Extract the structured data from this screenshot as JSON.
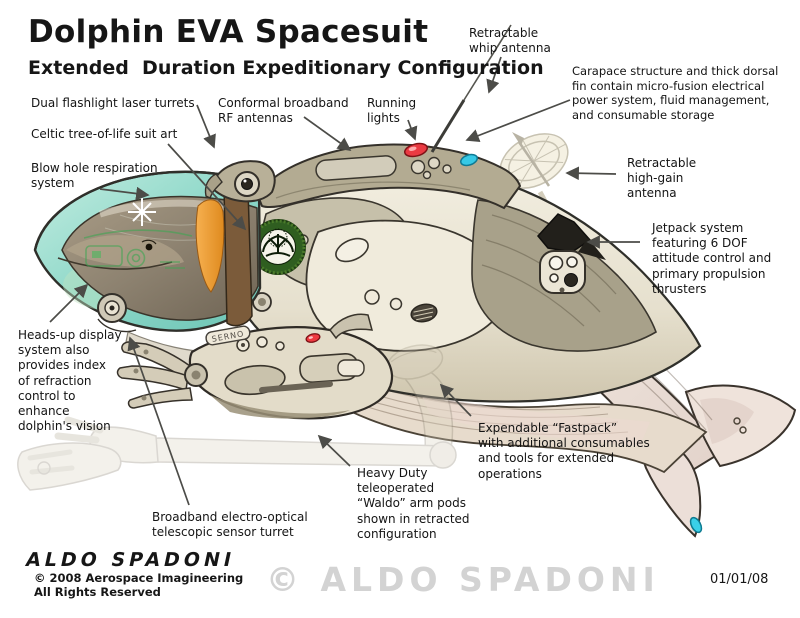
{
  "title": "Dolphin EVA Spacesuit",
  "subtitle": "Extended  Duration Expeditionary Configuration",
  "labels": {
    "dual_flashlight": "Dual flashlight laser turrets",
    "celtic": "Celtic tree-of-life suit art",
    "blowhole": "Blow hole respiration\nsystem",
    "conformal": "Conformal broadband\nRF antennas",
    "running": "Running\nlights",
    "whip": "Retractable\nwhip antenna",
    "carapace": "Carapace structure and thick dorsal\nfin contain micro-fusion electrical\npower system, fluid management,\nand consumable storage",
    "highgain": "Retractable\nhigh-gain\nantenna",
    "jetpack": "Jetpack system\nfeaturing 6 DOF\nattitude control and\nprimary propulsion\nthrusters",
    "hud": "Heads-up display\nsystem also\nprovides index\nof refraction\ncontrol to\nenhance\ndolphin's vision",
    "fastpack": "Expendable “Fastpack”\nwith additional consumables\nand tools for extended\noperations",
    "waldo": "Heavy Duty\nteleoperated\n“Waldo” arm pods\nshown in retracted\nconfiguration",
    "broadband": "Broadband electro-optical\ntelescopic sensor turret"
  },
  "footer": {
    "signature": "ALDO SPADONI",
    "copyright_line1": "© 2008 Aerospace Imagineering",
    "copyright_line2": "All Rights Reserved",
    "watermark": "© ALDO SPADONI",
    "date": "01/01/08"
  },
  "serno": "SERNO",
  "colors": {
    "dome_teal": "#8ed8c9",
    "orange_accent": "#e8922e",
    "red_light": "#ea3a42",
    "cyan_light": "#36c9e6",
    "emblem_green": "#2f5e20",
    "body_cream": "#e9e4d4",
    "armor_olive": "#a8a18a",
    "tail_pink": "#ebdfd7",
    "watermark_gray": "#d3d3d3"
  }
}
